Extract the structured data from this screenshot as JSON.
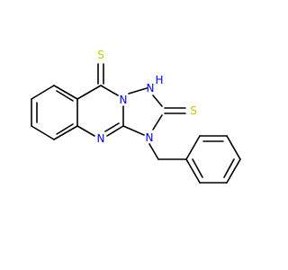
{
  "structure": {
    "colors": {
      "bond": "#000000",
      "nitrogen": "#0000ff",
      "sulfur": "#c8c800",
      "background": "#ffffff"
    },
    "atoms": {
      "s_top": "S",
      "s_right": "S",
      "n_bridge": "N",
      "nh": "N",
      "h": "H",
      "n_ring": "N",
      "n_benzyl": "N"
    }
  }
}
